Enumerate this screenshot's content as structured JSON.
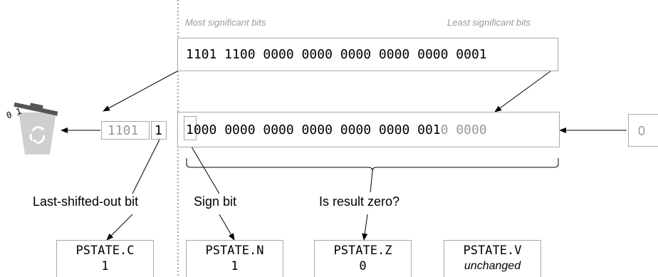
{
  "headers": {
    "msb": "Most significant bits",
    "lsb": "Least significant bits"
  },
  "input_register": {
    "value": "1101 1100 0000 0000 0000 0000 0000 0001"
  },
  "output_register": {
    "bit_sign": "1",
    "bits_main": "000 0000 0000 0000 0000 0000 001",
    "bits_shifted_in": "0 0000"
  },
  "shifted_out": {
    "discarded": "1101",
    "last_bit": "1"
  },
  "fill_input": {
    "value": "0"
  },
  "trash": {
    "icon": "trash-can-recycle-icon",
    "lid_text": "0 1"
  },
  "labels": {
    "last_shifted": "Last-shifted-out bit",
    "sign_bit": "Sign bit",
    "is_zero": "Is result zero?"
  },
  "pstate": [
    {
      "name": "PSTATE.C",
      "value": "1"
    },
    {
      "name": "PSTATE.N",
      "value": "1"
    },
    {
      "name": "PSTATE.Z",
      "value": "0"
    },
    {
      "name": "PSTATE.V",
      "value": "unchanged"
    }
  ],
  "colors": {
    "line": "#000000",
    "box_border": "#a8a8a8",
    "faded_text": "#9a9a9a",
    "divider": "#b0b0b0"
  }
}
